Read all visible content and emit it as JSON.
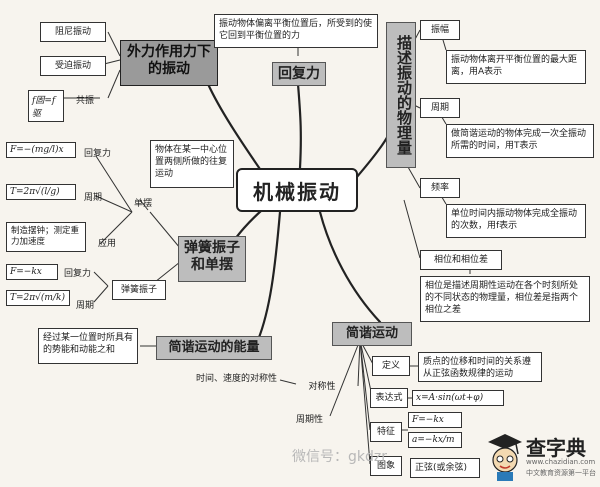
{
  "center": "机械振动",
  "topics": {
    "external_force": "外力作用力下的振动",
    "restoring_force": "回复力",
    "describe": "描述振动的物理量",
    "spring_pendulum": "弹簧振子和单摆",
    "shm_energy": "简谐运动的能量",
    "shm": "简谐运动"
  },
  "external": {
    "damped": "阻尼振动",
    "forced": "受迫振动",
    "resonance_formula": "f固=f驱",
    "resonance": "共振"
  },
  "restoring_desc": "振动物体偏离平衡位置后，所受到的使它回到平衡位置的力",
  "describe_items": [
    {
      "label": "振幅",
      "desc": "振动物体离开平衡位置的最大距离，用A表示"
    },
    {
      "label": "周期",
      "desc": "做简谐运动的物体完成一次全振动所需的时间，用T表示"
    },
    {
      "label": "频率",
      "desc": "单位时间内振动物体完成全振动的次数，用f表示"
    },
    {
      "label": "相位和相位差",
      "desc": "相位是描述周期性运动在各个时刻所处的不同状态的物理量，相位差是指两个相位之差"
    }
  ],
  "pendulum": {
    "label": "单摆",
    "def": "物体在某一中心位置两侧所做的往复运动",
    "restoring_formula": "F=−(mg/l)x",
    "restoring_label": "回复力",
    "period_formula": "T=2π√(l/g)",
    "period_label": "周期",
    "app_text": "制造摆钟；测定重力加速度",
    "app_label": "应用"
  },
  "spring": {
    "label": "弹簧振子",
    "restoring_formula": "F=−kx",
    "restoring_label": "回复力",
    "period_formula": "T=2π√(m/k)",
    "period_label": "周期"
  },
  "energy_desc": "经过某一位置时所具有的势能和动能之和",
  "shm_items": {
    "definition_label": "定义",
    "definition_desc": "质点的位移和时间的关系遵从正弦函数规律的运动",
    "symmetry_label": "对称性",
    "symmetry_desc": "时间、速度的对称性",
    "expression_label": "表达式",
    "expression": "x=A·sin(ωt+φ)",
    "periodicity_label": "周期性",
    "feature_label": "特征",
    "feature_f1": "F=−kx",
    "feature_f2": "a=−kx/m",
    "image_label": "图象",
    "image_desc": "正弦(或余弦)"
  },
  "watermark": "微信号：gkdzr",
  "logo": {
    "title": "查字典",
    "url": "www.chazidian.com",
    "tag": "中文教育资源第一平台"
  }
}
